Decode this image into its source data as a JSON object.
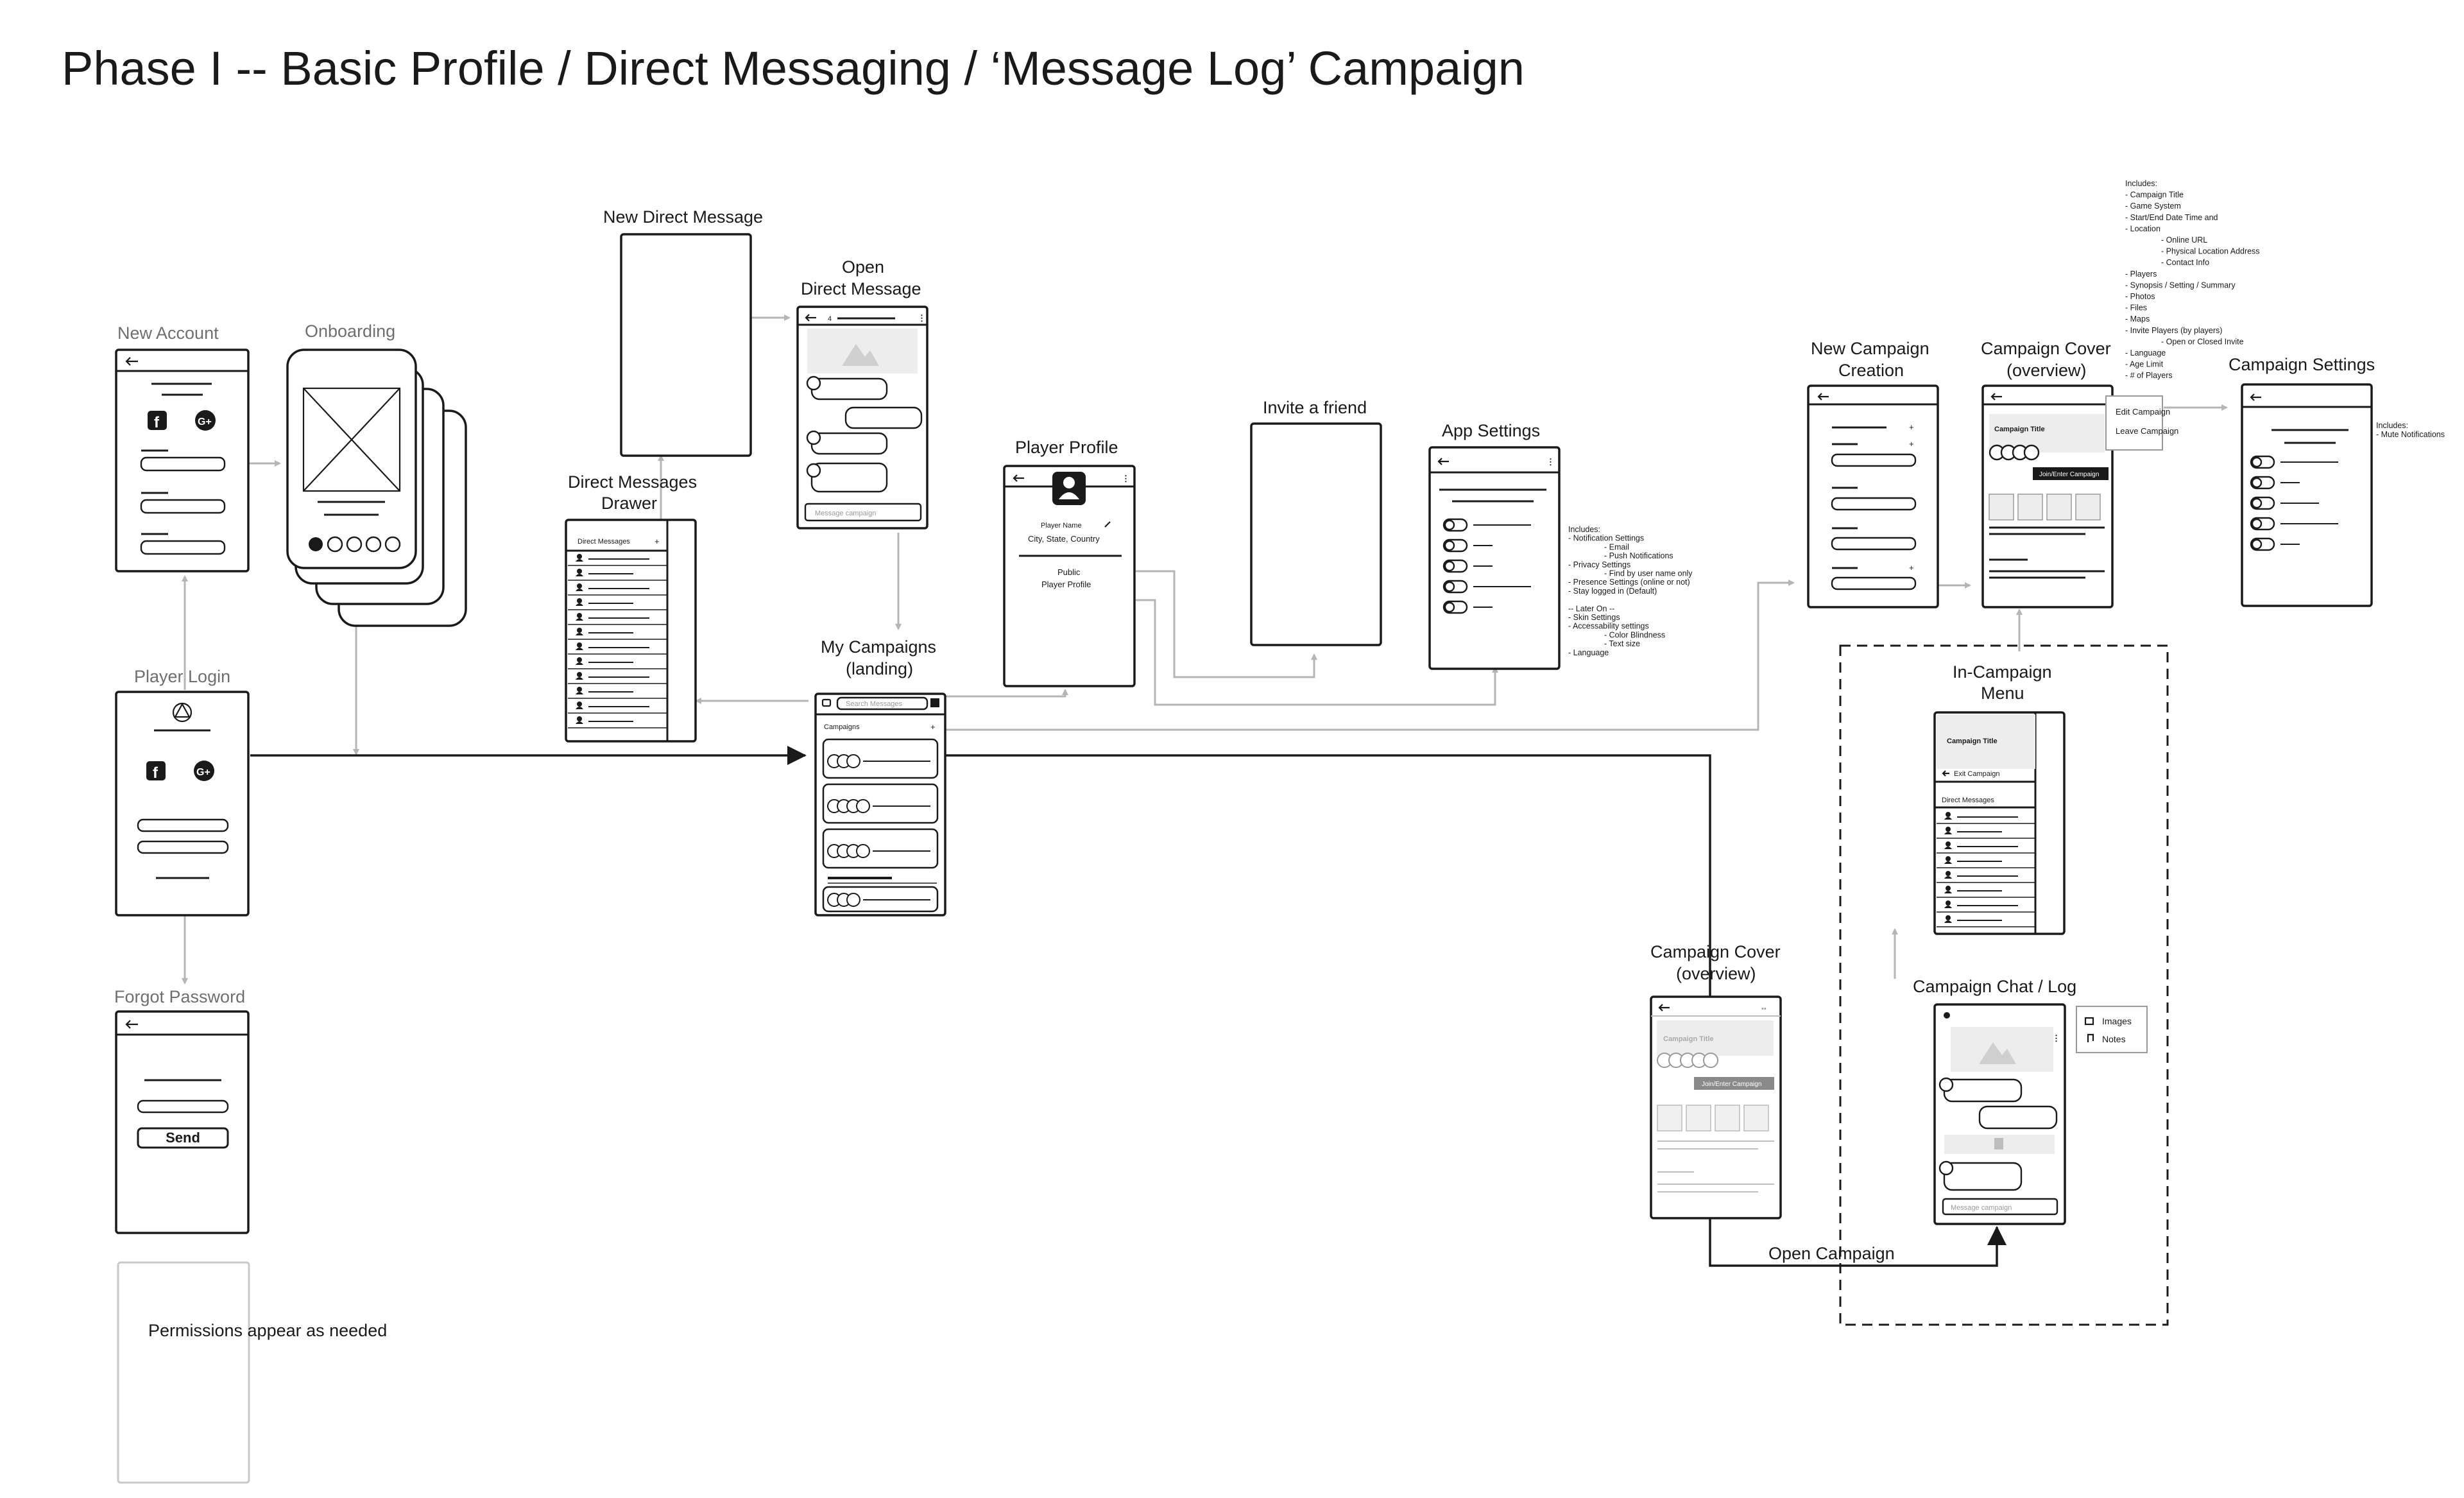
{
  "title": "Phase I -- Basic Profile / Direct Messaging / ‘Message Log’ Campaign",
  "screens": {
    "new_account": "New Account",
    "onboarding": "Onboarding",
    "player_login": "Player Login",
    "forgot_password": "Forgot Password",
    "send_button": "Send",
    "permissions": "Permissions appear as needed",
    "new_direct_message": "New Direct Message",
    "direct_messages_drawer_1": "Direct Messages",
    "direct_messages_drawer_2": "Drawer",
    "open_dm_1": "Open",
    "open_dm_2": "Direct Message",
    "my_campaigns_1": "My Campaigns",
    "my_campaigns_2": "(landing)",
    "player_profile": "Player Profile",
    "invite_friend": "Invite a friend",
    "app_settings": "App Settings",
    "new_campaign_1": "New Campaign",
    "new_campaign_2": "Creation",
    "campaign_cover_1": "Campaign Cover",
    "campaign_cover_2": "(overview)",
    "campaign_settings": "Campaign Settings",
    "in_campaign_menu_1": "In-Campaign",
    "in_campaign_menu_2": "Menu",
    "campaign_cover_b_1": "Campaign Cover",
    "campaign_cover_b_2": "(overview)",
    "campaign_chat": "Campaign Chat / Log",
    "open_campaign": "Open Campaign"
  },
  "widgets": {
    "direct_messages": "Direct Messages",
    "campaigns": "Campaigns",
    "search_placeholder": "Search Messages",
    "message_placeholder": "Message campaign",
    "player_name": "Player Name",
    "location": "City, State, Country",
    "public_1": "Public",
    "public_2": "Player Profile",
    "campaign_title": "Campaign Title",
    "join_enter": "Join/Enter Campaign",
    "edit_campaign": "Edit Campaign",
    "leave_campaign": "Leave Campaign",
    "exit_campaign": "Exit Campaign",
    "images": "Images",
    "notes": "Notes",
    "dm_count": "4"
  },
  "notes": {
    "app_settings": [
      "Includes:",
      "- Notification Settings",
      "        - Email",
      "        - Push Notifications",
      "- Privacy Settings",
      "        - Find by user name only",
      "- Presence Settings (online or not)",
      "- Stay logged in (Default)",
      "",
      "-- Later On --",
      "- Skin Settings",
      "- Accessability settings",
      "        - Color Blindness",
      "        - Text size",
      "- Language"
    ],
    "campaign_cover": [
      "Includes:",
      "- Campaign Title",
      "- Game System",
      "- Start/End Date Time and",
      "- Location",
      "        - Online URL",
      "        - Physical Location Address",
      "        - Contact Info",
      "- Players",
      "- Synopsis / Setting / Summary",
      "- Photos",
      "- Files",
      "- Maps",
      "- Invite Players (by players)",
      "        - Open or Closed Invite",
      "- Language",
      "- Age Limit",
      "- # of Players"
    ],
    "campaign_settings": [
      "Includes:",
      "- Mute Notifications"
    ]
  },
  "colors": {
    "ink": "#1a1a1a",
    "connector_gray": "#b5b5b5",
    "label_gray": "#6f6f6f",
    "placeholder": "#ededed"
  }
}
